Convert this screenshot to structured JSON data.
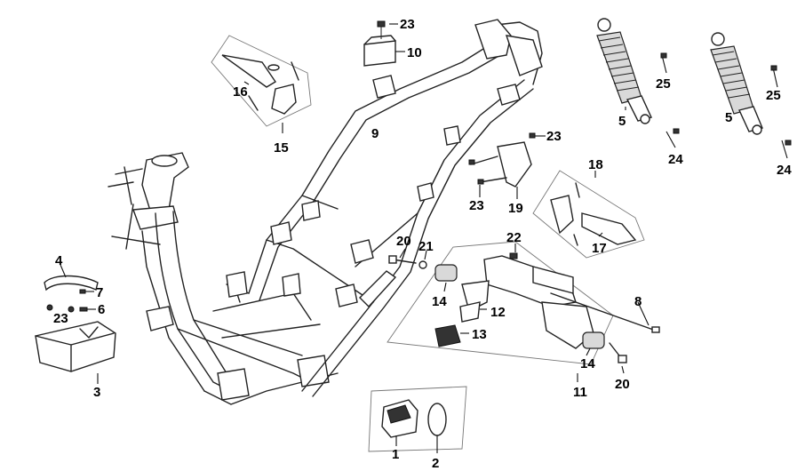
{
  "callouts": [
    {
      "id": "c23a",
      "label": "23"
    },
    {
      "id": "c10",
      "label": "10"
    },
    {
      "id": "c16",
      "label": "16"
    },
    {
      "id": "c15",
      "label": "15"
    },
    {
      "id": "c9",
      "label": "9"
    },
    {
      "id": "c5a",
      "label": "5"
    },
    {
      "id": "c25a",
      "label": "25"
    },
    {
      "id": "c24a",
      "label": "24"
    },
    {
      "id": "c5b",
      "label": "5"
    },
    {
      "id": "c25b",
      "label": "25"
    },
    {
      "id": "c24b",
      "label": "24"
    },
    {
      "id": "c23b",
      "label": "23"
    },
    {
      "id": "c18",
      "label": "18"
    },
    {
      "id": "c23c",
      "label": "23"
    },
    {
      "id": "c19",
      "label": "19"
    },
    {
      "id": "c17",
      "label": "17"
    },
    {
      "id": "c4",
      "label": "4"
    },
    {
      "id": "c7",
      "label": "7"
    },
    {
      "id": "c6",
      "label": "6"
    },
    {
      "id": "c23d",
      "label": "23"
    },
    {
      "id": "c3",
      "label": "3"
    },
    {
      "id": "c20a",
      "label": "20"
    },
    {
      "id": "c21",
      "label": "21"
    },
    {
      "id": "c22",
      "label": "22"
    },
    {
      "id": "c14a",
      "label": "14"
    },
    {
      "id": "c12",
      "label": "12"
    },
    {
      "id": "c13",
      "label": "13"
    },
    {
      "id": "c8",
      "label": "8"
    },
    {
      "id": "c14b",
      "label": "14"
    },
    {
      "id": "c11",
      "label": "11"
    },
    {
      "id": "c20b",
      "label": "20"
    },
    {
      "id": "c1",
      "label": "1"
    },
    {
      "id": "c2",
      "label": "2"
    }
  ]
}
